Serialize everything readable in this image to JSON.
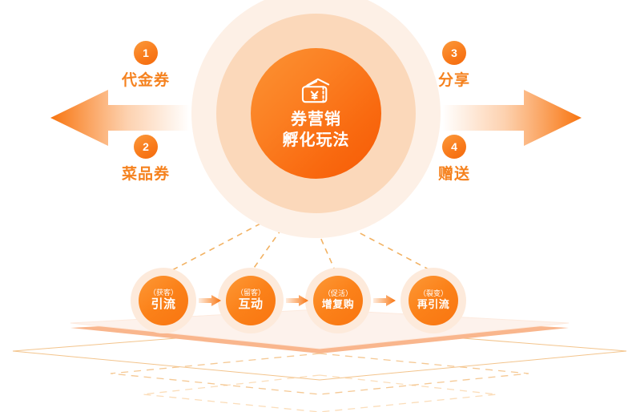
{
  "hub": {
    "icon": "coupon-yen-icon",
    "line1": "券营销",
    "line2": "孵化玩法",
    "accent": "#f9700f"
  },
  "side_items": [
    {
      "number": "1",
      "label": "代金券",
      "side": "left"
    },
    {
      "number": "2",
      "label": "菜品券",
      "side": "left"
    },
    {
      "number": "3",
      "label": "分享",
      "side": "right"
    },
    {
      "number": "4",
      "label": "赠送",
      "side": "right"
    }
  ],
  "arrows": {
    "left": "left-arrow",
    "right": "right-arrow"
  },
  "flow": {
    "nodes": [
      {
        "sub": "（获客）",
        "main": "引流"
      },
      {
        "sub": "（留客）",
        "main": "互动"
      },
      {
        "sub": "（促活）",
        "main": "增复购"
      },
      {
        "sub": "（裂变）",
        "main": "再引流"
      }
    ],
    "connector": "flow-arrow-icon"
  },
  "colors": {
    "orange": "#f5821f",
    "orange_deep": "#f4690c",
    "ring_outer": "#fdf0e6",
    "ring_mid": "#fbd8ba",
    "slab_top": "#fdf2ec",
    "slab_edge": "#fac09a",
    "dashed": "#f0b36a"
  }
}
